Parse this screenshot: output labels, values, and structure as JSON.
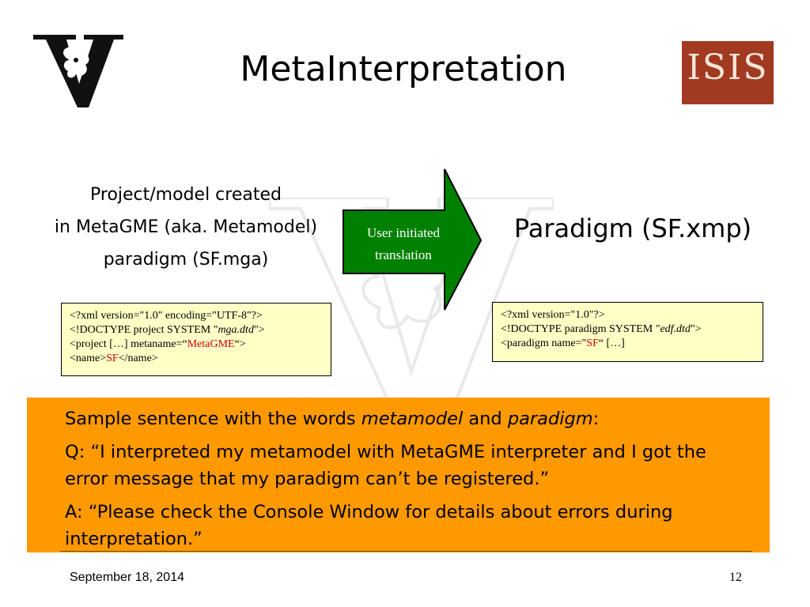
{
  "slide": {
    "title": "MetaInterpretation",
    "logos": {
      "left": "vanderbilt-v-logo",
      "right": "isis-logo",
      "isis_text": "ISIS"
    },
    "left_caption": [
      "Project/model created",
      "in MetaGME (aka. Metamodel)",
      "paradigm (SF.mga)"
    ],
    "arrow": {
      "label_line1": "User initiated",
      "label_line2": "translation",
      "color": "#008000"
    },
    "right_caption": "Paradigm (SF.xmp)",
    "xml_left": {
      "line1": "<?xml version=\"1.0\" encoding=\"UTF-8\"?>",
      "line2_a": "<!DOCTYPE project SYSTEM \"",
      "line2_b": "mga.dtd",
      "line2_c": "\">",
      "line3_a": "<project […] metaname=“",
      "line3_b": "MetaGME",
      "line3_c": "“>",
      "line4_a": "<name>",
      "line4_b": "SF",
      "line4_c": "</name>"
    },
    "xml_right": {
      "line1": "<?xml version=\"1.0\"?>",
      "line2_a": "<!DOCTYPE paradigm SYSTEM \"",
      "line2_b": "edf.dtd",
      "line2_c": "\">",
      "line3_a": "<paradigm name=\"",
      "line3_b": "SF",
      "line3_c": "“ […]"
    },
    "orange_box": {
      "s_a": "Sample sentence with the words ",
      "s_b": "metamodel",
      "s_c": " and ",
      "s_d": "paradigm",
      "s_e": ":",
      "q": "Q: “I interpreted my metamodel with MetaGME interpreter and I got the error message that my paradigm can’t be registered.”",
      "a": "A: “Please check the Console Window for details about errors during interpretation.”",
      "color": "#ff9900"
    },
    "footer": {
      "date": "September 18, 2014",
      "page": "12"
    }
  }
}
